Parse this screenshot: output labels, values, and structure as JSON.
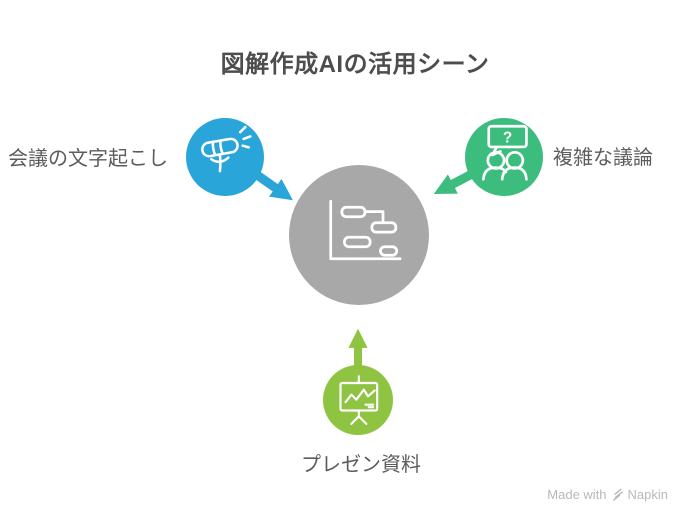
{
  "title": "図解作成AIの活用シーン",
  "center": {
    "icon": "gantt-chart-icon",
    "color": "#a8a8a8"
  },
  "nodes": [
    {
      "id": "meeting-transcription",
      "label": "会議の文字起こし",
      "icon": "microphone-icon",
      "color": "#29a5d9",
      "position": "top-left"
    },
    {
      "id": "complex-discussion",
      "label": "複雑な議論",
      "icon": "people-question-icon",
      "color": "#3cbd7d",
      "position": "top-right"
    },
    {
      "id": "presentation-materials",
      "label": "プレゼン資料",
      "icon": "presentation-chart-icon",
      "color": "#8fc342",
      "position": "bottom"
    }
  ],
  "icon_text": {
    "question_mark": "?"
  },
  "watermark": {
    "prefix": "Made with",
    "brand": "Napkin"
  }
}
